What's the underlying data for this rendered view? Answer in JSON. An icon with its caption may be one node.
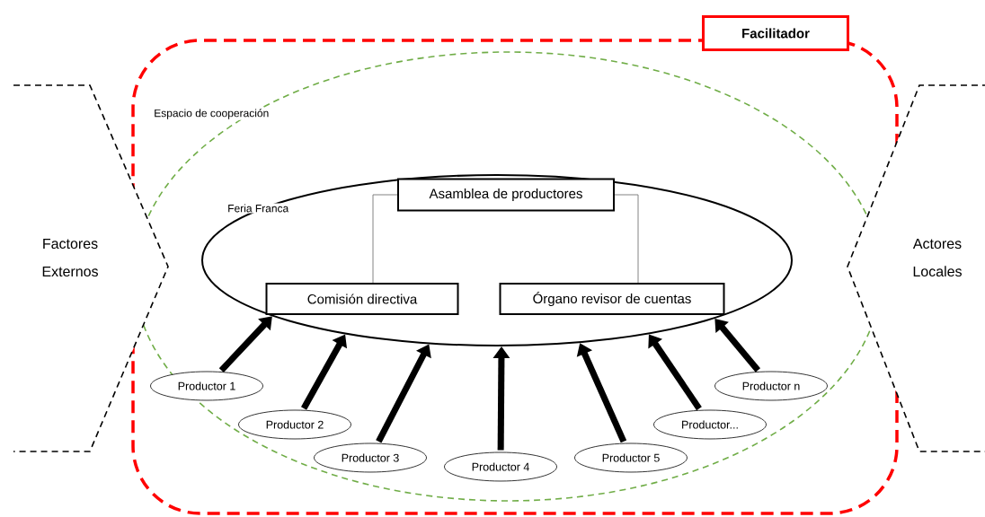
{
  "diagram": {
    "nodes": [
      {
        "text": [
          "Facilitador"
        ]
      },
      {
        "text": [
          "Espacio de cooperación"
        ],
        "in": 0
      },
      {
        "text": [
          "Feria Franca"
        ],
        "in": 1
      },
      {
        "text": [
          "Asamblea de productores"
        ],
        "in": 2
      },
      {
        "text": [
          "Comisión directiva"
        ],
        "in": 2
      },
      {
        "text": [
          "Órgano revisor de cuentas"
        ],
        "in": 2
      },
      {
        "text": [
          "Factores Externos"
        ]
      },
      {
        "text": [
          "Actores Locales"
        ]
      },
      {
        "text": [
          "Productor 1"
        ],
        "in": 1
      },
      {
        "text": [
          "Productor 2"
        ],
        "in": 1
      },
      {
        "text": [
          "Productor 3"
        ],
        "in": 1
      },
      {
        "text": [
          "Productor 4"
        ],
        "in": 1
      },
      {
        "text": [
          "Productor 5"
        ],
        "in": 1
      },
      {
        "text": [
          "Productor..."
        ],
        "in": 1
      },
      {
        "text": [
          "Productor n"
        ],
        "in": 1
      }
    ],
    "edges": [
      {
        "from": 3,
        "to": 4,
        "arrow": "none",
        "color": "#666666"
      },
      {
        "from": 3,
        "to": 5,
        "arrow": "none",
        "color": "#666666"
      },
      {
        "from": 8,
        "to": 2,
        "arrow": "to"
      },
      {
        "from": 9,
        "to": 2,
        "arrow": "to"
      },
      {
        "from": 10,
        "to": 2,
        "arrow": "to"
      },
      {
        "from": 11,
        "to": 2,
        "arrow": "to"
      },
      {
        "from": 12,
        "to": 2,
        "arrow": "to"
      },
      {
        "from": 13,
        "to": 2,
        "arrow": "to"
      },
      {
        "from": 14,
        "to": 2,
        "arrow": "to"
      }
    ]
  }
}
